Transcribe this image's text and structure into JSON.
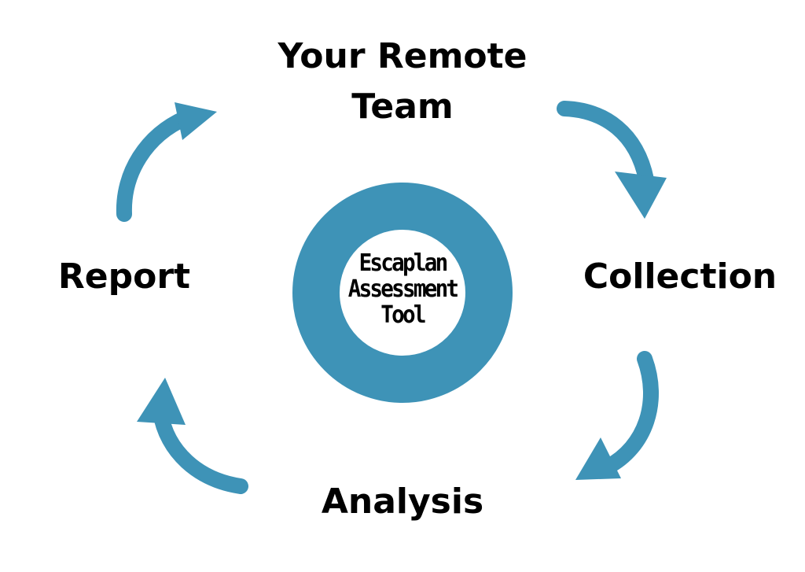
{
  "diagram": {
    "nodes": {
      "top": [
        "Your Remote",
        "Team"
      ],
      "right": "Collection",
      "bottom": "Analysis",
      "left": "Report"
    },
    "center": [
      "Escaplan",
      "Assessment",
      "Tool"
    ],
    "colors": {
      "accent": "#3e93b7",
      "text": "#000000",
      "background": "#ffffff"
    },
    "cycle_direction": "clockwise"
  }
}
